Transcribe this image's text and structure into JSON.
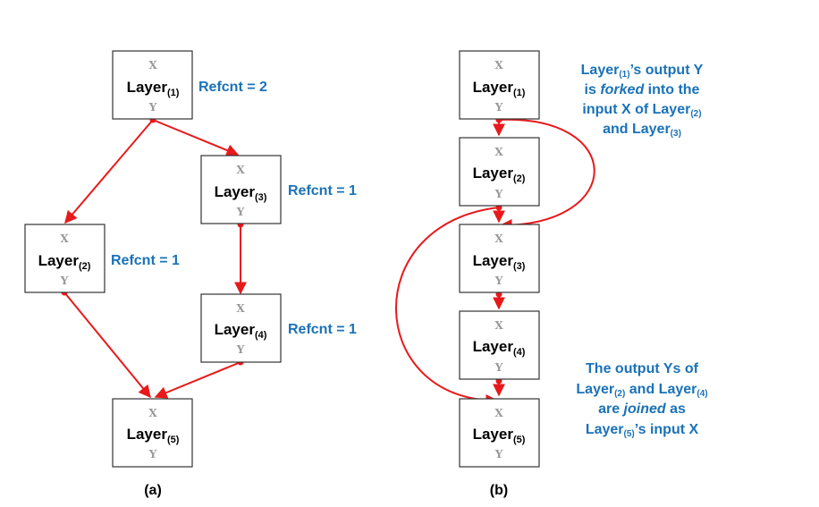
{
  "diagram_a": {
    "caption": "(a)",
    "layers": [
      {
        "label": "Layer",
        "sub": "(1)",
        "input": "X",
        "output": "Y",
        "refcnt": "Refcnt = 2"
      },
      {
        "label": "Layer",
        "sub": "(2)",
        "input": "X",
        "output": "Y",
        "refcnt": "Refcnt = 1"
      },
      {
        "label": "Layer",
        "sub": "(3)",
        "input": "X",
        "output": "Y",
        "refcnt": "Refcnt = 1"
      },
      {
        "label": "Layer",
        "sub": "(4)",
        "input": "X",
        "output": "Y",
        "refcnt": "Refcnt = 1"
      },
      {
        "label": "Layer",
        "sub": "(5)",
        "input": "X",
        "output": "Y"
      }
    ],
    "edges": [
      [
        "1",
        "2"
      ],
      [
        "1",
        "3"
      ],
      [
        "3",
        "4"
      ],
      [
        "2",
        "5"
      ],
      [
        "4",
        "5"
      ]
    ]
  },
  "diagram_b": {
    "caption": "(b)",
    "layers": [
      {
        "label": "Layer",
        "sub": "(1)",
        "input": "X",
        "output": "Y"
      },
      {
        "label": "Layer",
        "sub": "(2)",
        "input": "X",
        "output": "Y"
      },
      {
        "label": "Layer",
        "sub": "(3)",
        "input": "X",
        "output": "Y"
      },
      {
        "label": "Layer",
        "sub": "(4)",
        "input": "X",
        "output": "Y"
      },
      {
        "label": "Layer",
        "sub": "(5)",
        "input": "X",
        "output": "Y"
      }
    ],
    "edges": [
      [
        "1",
        "2"
      ],
      [
        "1",
        "3"
      ],
      [
        "2",
        "3"
      ],
      [
        "2",
        "5"
      ],
      [
        "3",
        "4"
      ],
      [
        "4",
        "5"
      ]
    ],
    "fork_note": {
      "line1": {
        "a": "Layer",
        "a_sub": "(1)",
        "b": "’s output Y"
      },
      "line2": {
        "a": "is ",
        "em": "forked",
        "b": " into the"
      },
      "line3": {
        "a": "input X of Layer",
        "a_sub": "(2)"
      },
      "line4": {
        "a": "and Layer",
        "a_sub": "(3)"
      }
    },
    "join_note": {
      "line1": "The output Ys of",
      "line2": {
        "a": "Layer",
        "a_sub": "(2)",
        "b": " and Layer",
        "b_sub": "(4)"
      },
      "line3": {
        "a": "are ",
        "em": "joined",
        "b": " as"
      },
      "line4": {
        "a": "Layer",
        "a_sub": "(5)",
        "b": "’s input X"
      }
    }
  },
  "colors": {
    "edge": "#e8191b",
    "annotation": "#1a72b8",
    "box_border": "#333333",
    "port_text": "#9a9a9a"
  }
}
